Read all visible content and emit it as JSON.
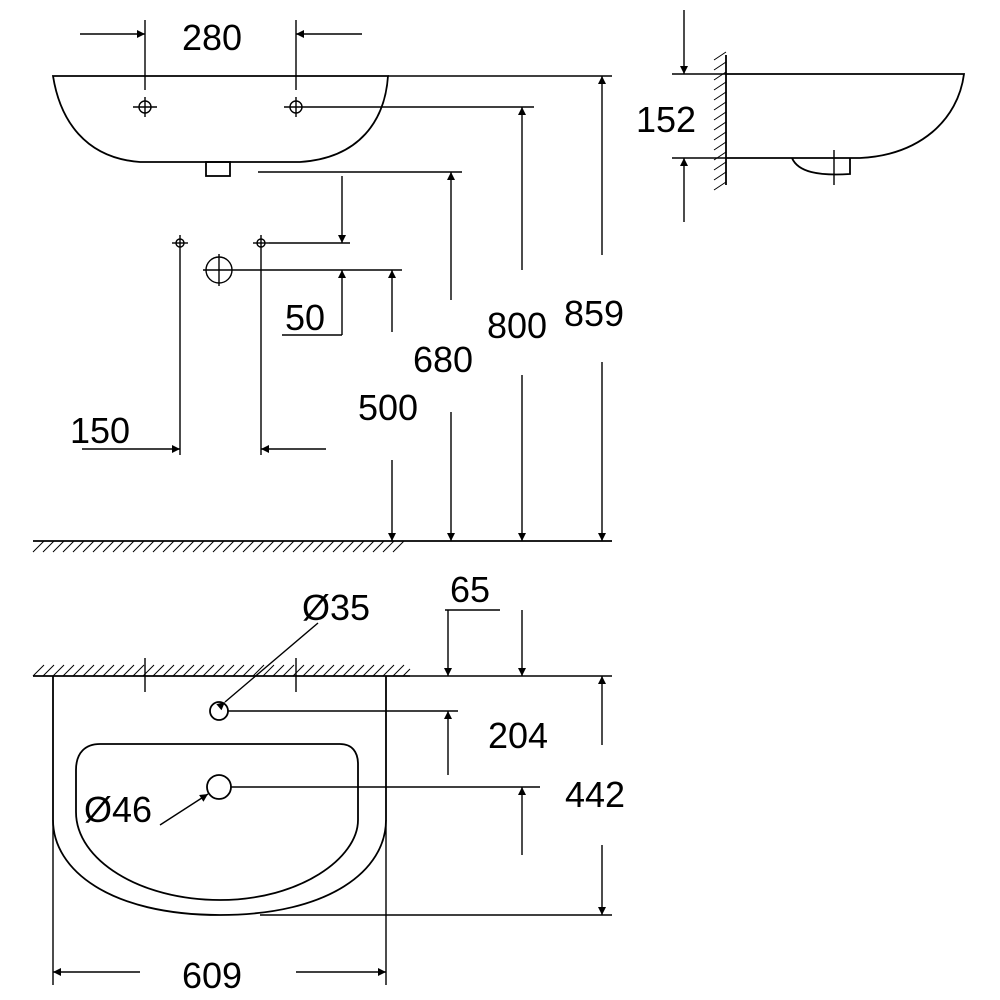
{
  "dimensions": {
    "tap_hole_spacing": "280",
    "wall_projection_side": "152",
    "supply_offset": "50",
    "supply_spacing": "150",
    "waste_height": "500",
    "underside_height": "680",
    "tap_height": "800",
    "rim_height": "859",
    "tap_hole_diameter": "Ø35",
    "tap_hole_from_wall": "65",
    "waste_from_wall": "204",
    "basin_depth": "442",
    "waste_diameter": "Ø46",
    "basin_width": "609"
  }
}
